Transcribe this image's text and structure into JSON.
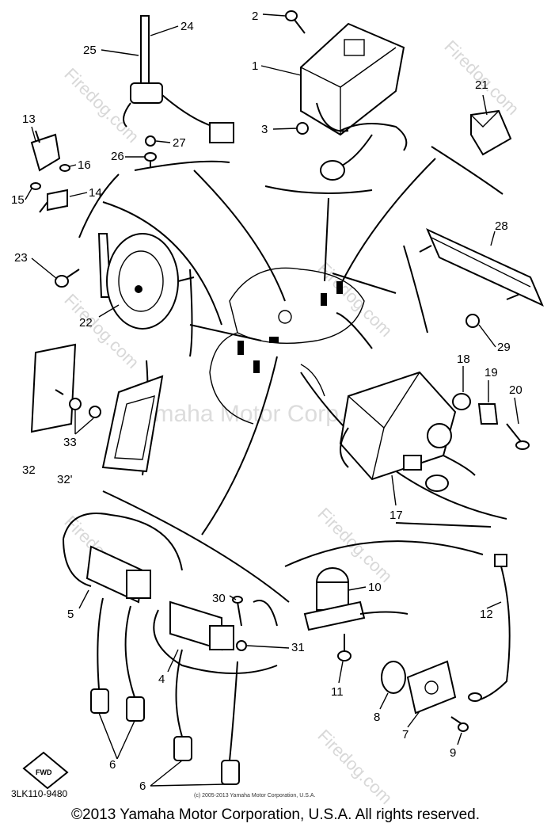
{
  "diagram": {
    "part_numbers": {
      "p1": "1",
      "p2": "2",
      "p3": "3",
      "p4": "4",
      "p5": "5",
      "p6a": "6",
      "p6b": "6",
      "p7": "7",
      "p8": "8",
      "p9": "9",
      "p10": "10",
      "p11": "11",
      "p12": "12",
      "p13": "13",
      "p14": "14",
      "p15": "15",
      "p16": "16",
      "p17": "17",
      "p18": "18",
      "p19": "19",
      "p20": "20",
      "p21": "21",
      "p22": "22",
      "p23": "23",
      "p24": "24",
      "p25": "25",
      "p26": "26",
      "p27": "27",
      "p28": "28",
      "p29": "29",
      "p30": "30",
      "p31": "31",
      "p32a": "32",
      "p32b": "32'",
      "p33": "33"
    },
    "watermark_text": "Firedog.com",
    "center_watermark": "Yamaha Motor Corp., U.S.A.",
    "diagram_code": "3LK110-9480",
    "fwd_label": "FWD",
    "small_copyright": "(c) 2005-2013 Yamaha Motor Corporation, U.S.A."
  },
  "footer": {
    "copyright": "©2013 Yamaha Motor Corporation, U.S.A. All rights reserved."
  }
}
